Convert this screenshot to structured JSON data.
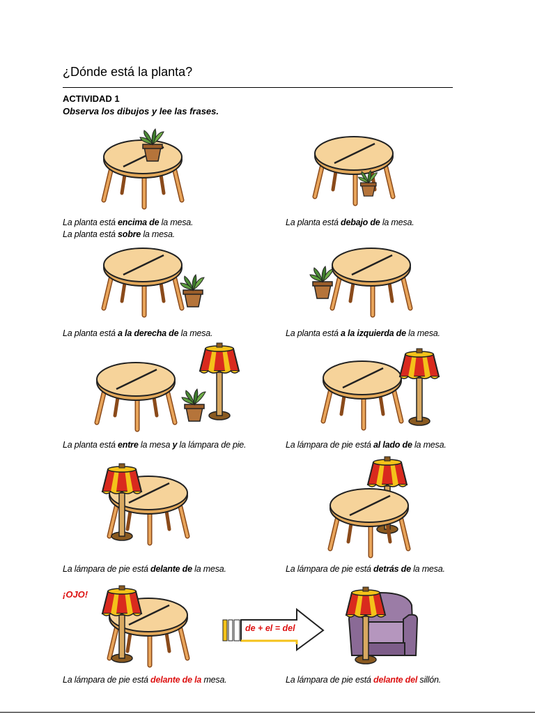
{
  "title": "¿Dónde está la planta?",
  "activity": "ACTIVIDAD 1",
  "instruction": "Observa los dibujos y lee las frases.",
  "captions": [
    {
      "pre": "La planta está ",
      "bold": "encima de",
      "post": " la mesa."
    },
    {
      "pre": "La planta está ",
      "bold": "sobre",
      "post": " la mesa."
    },
    {
      "pre": "La planta está ",
      "bold": "debajo de",
      "post": " la mesa."
    },
    {
      "pre": "La planta está ",
      "bold": "a la derecha de",
      "post": " la mesa."
    },
    {
      "pre": "La planta está ",
      "bold": "a la izquierda de",
      "post": " la mesa."
    },
    {
      "pre": "La planta está ",
      "bold": "entre",
      "mid": " la mesa ",
      "bold2": "y",
      "post": " la lámpara de pie."
    },
    {
      "pre": "La lámpara de pie está ",
      "bold": "al lado de",
      "post": " la mesa."
    },
    {
      "pre": "La lámpara de pie está ",
      "bold": "delante de",
      "post": " la mesa."
    },
    {
      "pre": "La lámpara de pie está ",
      "bold": "detrás de",
      "post": " la mesa."
    },
    {
      "pre": "La lámpara de pie está ",
      "bold": "delante de la",
      "post": " mesa."
    },
    {
      "pre": "La lámpara de pie está ",
      "bold": "delante del",
      "post": " sillón."
    }
  ],
  "ojo": "¡OJO!",
  "arrow_label": "de + el = del",
  "colors": {
    "table_top": "#f6d39a",
    "table_edge": "#e2a85a",
    "lamp_shade": "#d92a1e",
    "lamp_stripe": "#f4c21a",
    "plant_green": "#4b8a35",
    "pot": "#b5743a",
    "armchair": "#9b7ca6",
    "emphasis_red": "#dd1111"
  }
}
